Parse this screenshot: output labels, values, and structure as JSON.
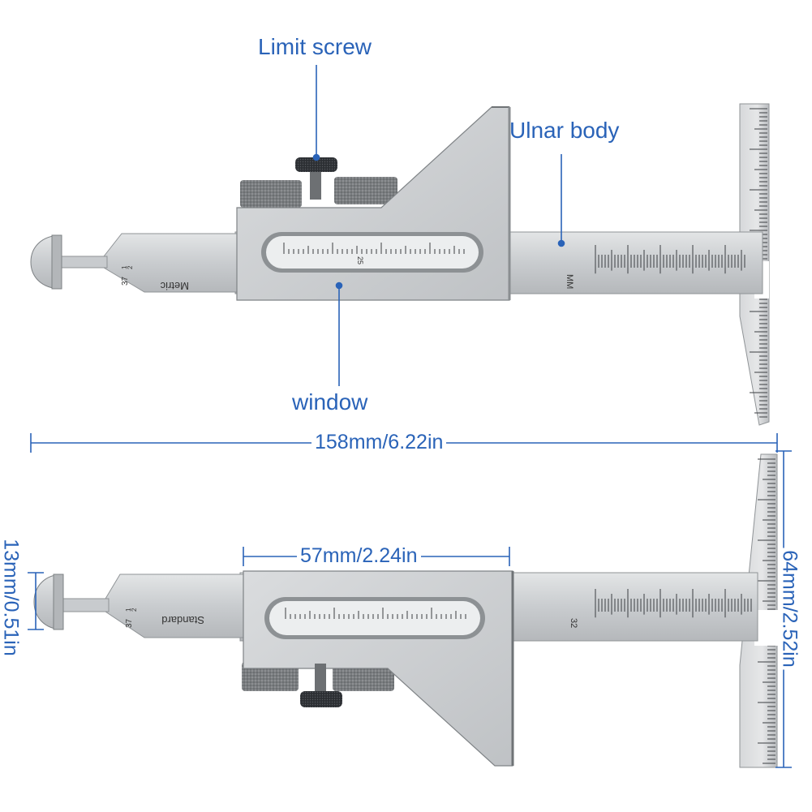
{
  "callouts": {
    "limit_screw": "Limit screw",
    "ulnar_body": "Ulnar body",
    "window": "window"
  },
  "dimensions": {
    "length": "158mm/6.22in",
    "body_width": "57mm/2.24in",
    "tip_height": "13mm/0.51in",
    "ruler_height": "64mm/2.52in"
  },
  "engraving": {
    "top_system": "Metric",
    "top_unit": "MM",
    "top_angle": "37",
    "top_window_number": "25",
    "bottom_system": "Standard",
    "bottom_angle": "37",
    "bottom_number": "32",
    "half_num": "1",
    "half_den": "2"
  },
  "colors": {
    "annotation": "#2a63b8",
    "steel": "#cfd2d4",
    "steel_dark": "#9ea2a5",
    "knurl": "#3a3d42"
  }
}
